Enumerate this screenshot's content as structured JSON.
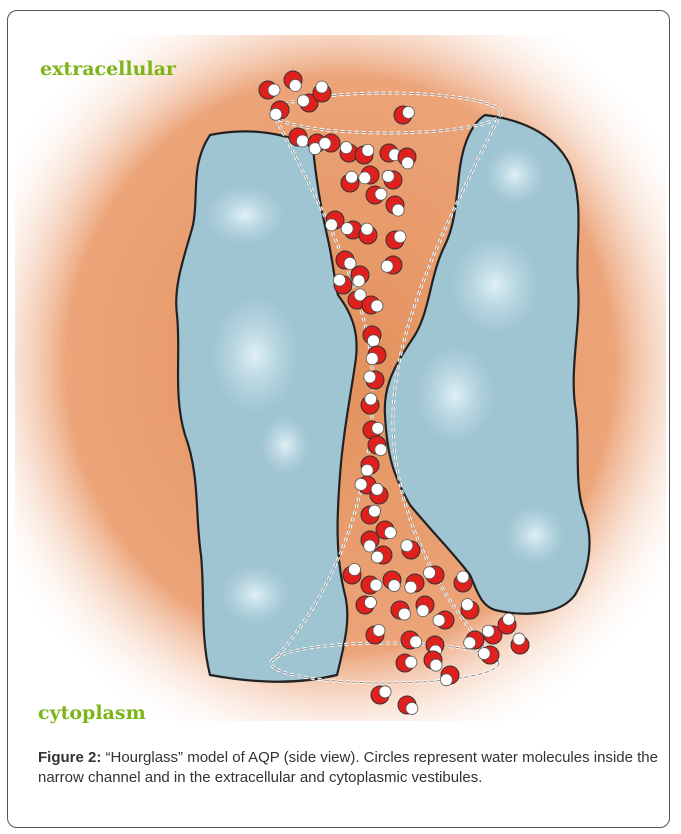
{
  "labels": {
    "top": "extracellular",
    "bottom": "cytoplasm"
  },
  "caption": {
    "figure_label": "Figure 2:",
    "text": " “Hourglass” model of AQP (side view). Circles represent water molecules inside the narrow channel and in the extracellular and cytoplasmic vestibules."
  },
  "colors": {
    "background": "#e89a6a",
    "protein": "#9fc4d2",
    "protein_highlight": "#d8ecf2",
    "label": "#7cb518",
    "oxygen": "#e0201c",
    "hydrogen": "#ffffff"
  }
}
